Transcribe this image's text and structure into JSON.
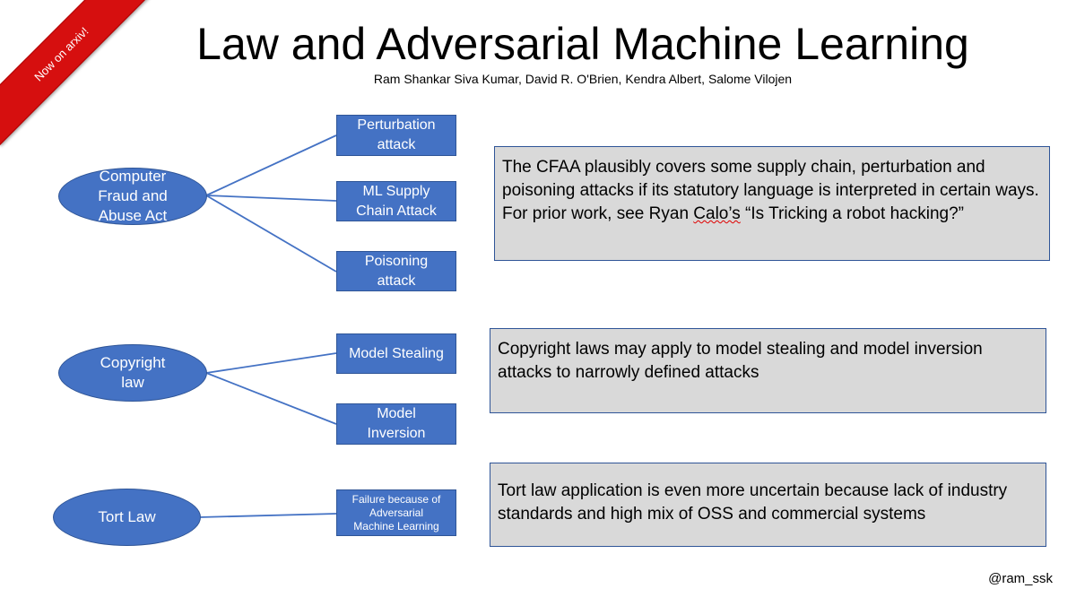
{
  "ribbon": {
    "text": "Now on arxiv!"
  },
  "header": {
    "title": "Law and Adversarial Machine Learning",
    "authors": "Ram Shankar Siva Kumar, David R. O'Brien, Kendra Albert, Salome Vilojen"
  },
  "laws": [
    {
      "label": "Computer\nFraud and\nAbuse Act",
      "attacks": [
        "Perturbation\nattack",
        "ML Supply\nChain Attack",
        "Poisoning\nattack"
      ],
      "note": {
        "before": "The CFAA plausibly covers some supply chain, perturbation and poisoning attacks if its statutory language is interpreted in certain ways. For prior work, see Ryan ",
        "underlined": "Calo’s",
        "after": " “Is Tricking a robot hacking?”"
      }
    },
    {
      "label": "Copyright\nlaw",
      "attacks": [
        "Model Stealing",
        "Model\nInversion"
      ],
      "note": {
        "text": "Copyright laws may apply to model stealing and model inversion attacks to narrowly defined attacks"
      }
    },
    {
      "label": "Tort Law",
      "attacks": [
        "Failure because of\nAdversarial\nMachine Learning"
      ],
      "note": {
        "text": "Tort law application is even more uncertain because lack of industry standards and high mix of OSS and commercial systems"
      }
    }
  ],
  "footer": {
    "handle": "@ram_ssk"
  },
  "colors": {
    "node_fill": "#4472c4",
    "node_border": "#2f5597",
    "note_fill": "#d9d9d9",
    "ribbon": "#d60f0f"
  }
}
